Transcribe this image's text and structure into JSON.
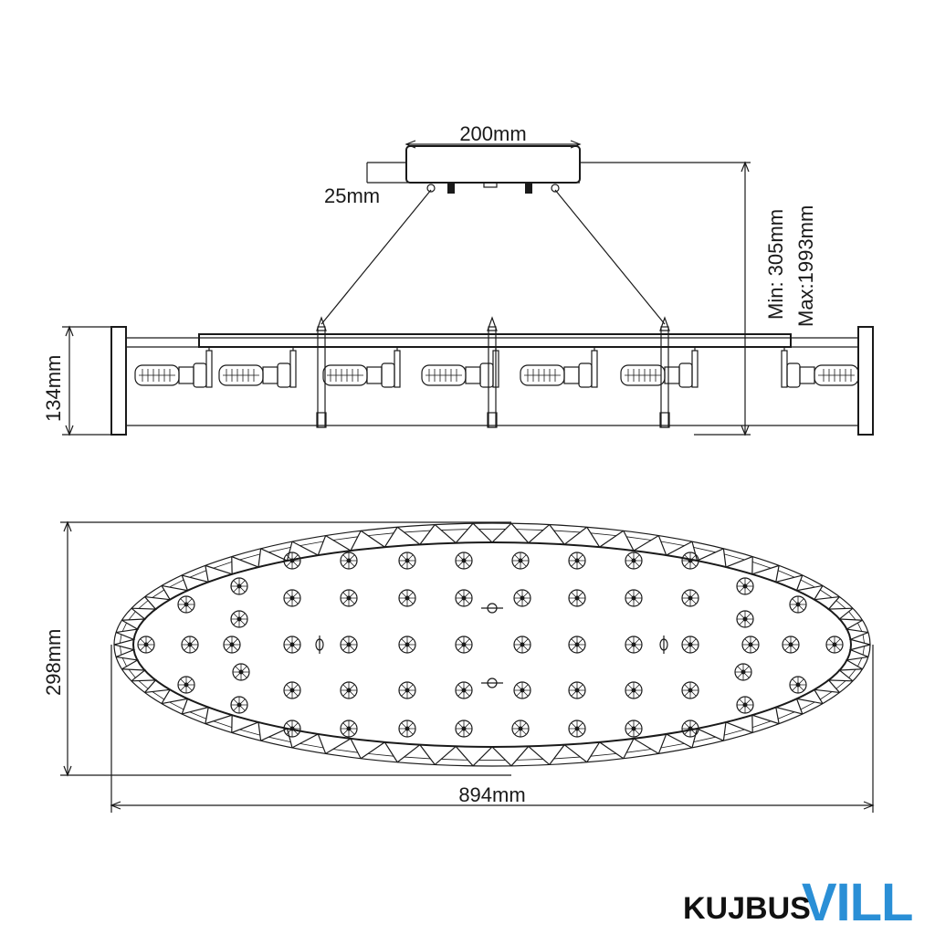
{
  "dimensions": {
    "canopy_width": "200mm",
    "canopy_height": "25mm",
    "suspension_min": "Min: 305mm",
    "suspension_max": "Max:1993mm",
    "body_height": "134mm",
    "body_depth": "298mm",
    "body_length": "894mm"
  },
  "brand": {
    "part1": "KUJBUS",
    "part2": "VILL",
    "part1_color": "#111111",
    "part2_color": "#2a8fd6"
  },
  "counts": {
    "side_view_bulbs": 7,
    "top_view_crystal_rows": 5
  }
}
